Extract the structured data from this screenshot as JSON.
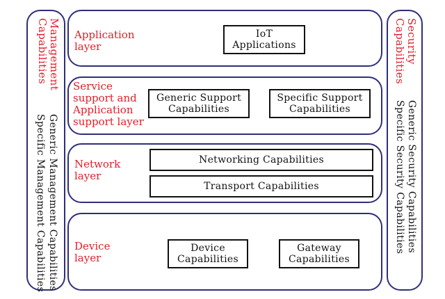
{
  "colors": {
    "panel_border": "#2e2e7a",
    "layer_label": "#e0202a",
    "box_border": "#111111",
    "text": "#111111"
  },
  "management": {
    "title_line1": "Management",
    "title_line2": "Capabilities",
    "generic": "Generic Management Capabilities",
    "specific": "Specific Management Capabilities"
  },
  "security": {
    "title_line1": "Security",
    "title_line2": "Capabilities",
    "generic": "Generic Security Capabilities",
    "specific": "Specific Security Capabilities"
  },
  "layers": {
    "application": {
      "label": "Application\nlayer",
      "box": "IoT\nApplications"
    },
    "service": {
      "label": "Service\nsupport and\nApplication\nsupport layer",
      "generic_box": "Generic Support\nCapabilities",
      "specific_box": "Specific Support\nCapabilities"
    },
    "network": {
      "label": "Network\nlayer",
      "networking_box": "Networking Capabilities",
      "transport_box": "Transport  Capabilities"
    },
    "device": {
      "label": "Device\nlayer",
      "device_box": "Device\nCapabilities",
      "gateway_box": "Gateway\nCapabilities"
    }
  }
}
